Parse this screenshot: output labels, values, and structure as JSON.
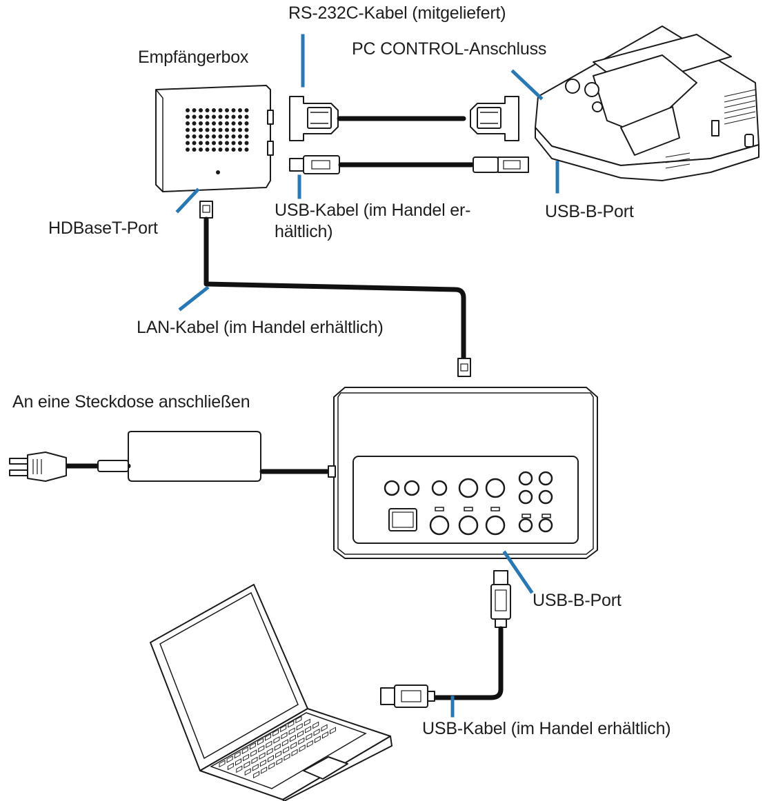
{
  "labels": {
    "rs232_cable": "RS-232C-Kabel (mitgeliefert)",
    "receiver_box": "Empfängerbox",
    "pc_control_port": "PC CONTROL-Anschluss",
    "usb_cable_top": "USB-Kabel (im Handel  er-hältlich)",
    "usb_b_port_projector": "USB-B-Port",
    "hdbaset_port": "HDBaseT-Port",
    "lan_cable": "LAN-Kabel (im Handel erhältlich)",
    "power_outlet": "An eine Steckdose anschließen",
    "usb_b_port_switcher": "USB-B-Port",
    "usb_cable_bottom": "USB-Kabel (im Handel erhältlich)"
  },
  "colors": {
    "callout": "#2878b4",
    "outline": "#1a1a1a",
    "cable": "#111111",
    "text": "#1e1e1e"
  }
}
